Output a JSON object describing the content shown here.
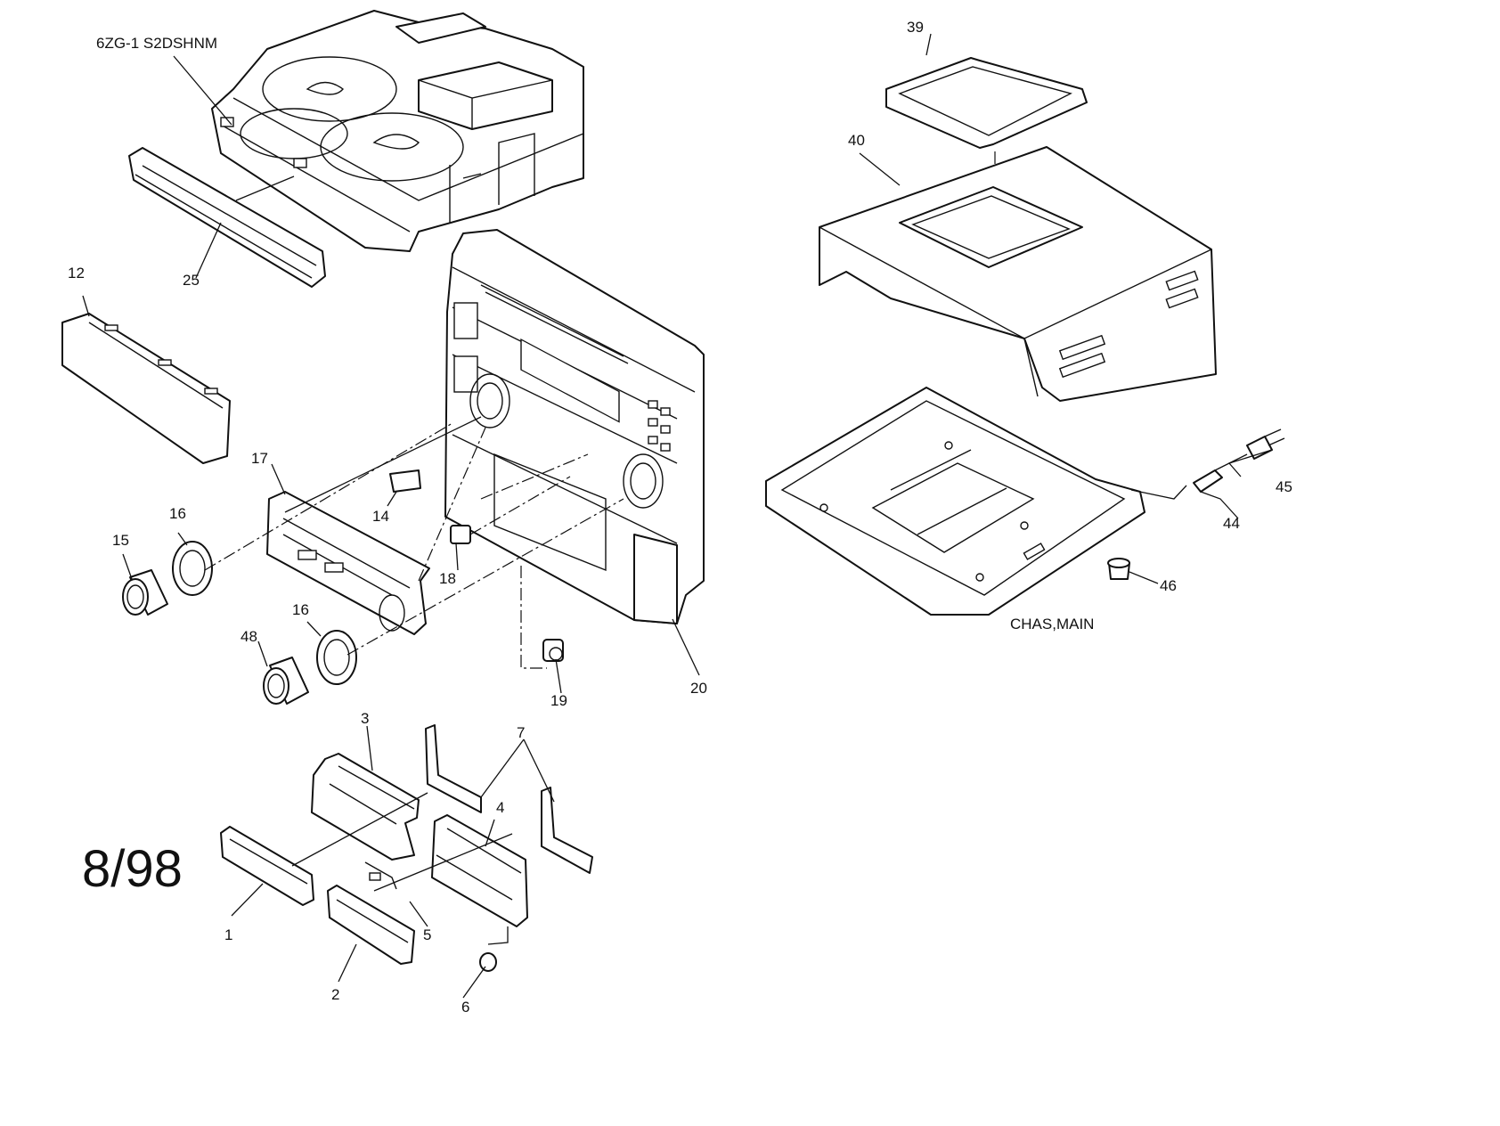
{
  "diagram": {
    "model_label": "6ZG-1 S2DSHNM",
    "chassis_label": "CHAS,MAIN",
    "page_number": "8/98",
    "callouts": {
      "c1": "1",
      "c2": "2",
      "c3": "3",
      "c4": "4",
      "c5": "5",
      "c6": "6",
      "c7": "7",
      "c12": "12",
      "c14": "14",
      "c15": "15",
      "c16a": "16",
      "c16b": "16",
      "c17": "17",
      "c18": "18",
      "c19": "19",
      "c20": "20",
      "c25": "25",
      "c39": "39",
      "c40": "40",
      "c44": "44",
      "c45": "45",
      "c46": "46",
      "c48": "48"
    }
  }
}
